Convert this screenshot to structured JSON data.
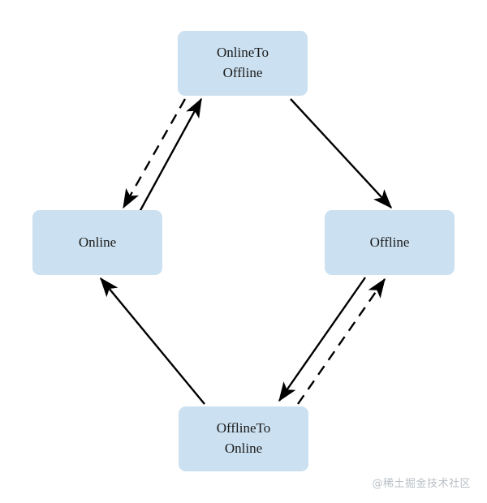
{
  "diagram": {
    "type": "state-machine",
    "background_color": "#ffffff",
    "node_fill_color": "#cbe0f0",
    "edge_color": "#000000",
    "nodes": [
      {
        "id": "online-to-offline",
        "label": "OnlineTo\nOffline"
      },
      {
        "id": "online",
        "label": "Online"
      },
      {
        "id": "offline",
        "label": "Offline"
      },
      {
        "id": "offline-to-online",
        "label": "OfflineTo\nOnline"
      }
    ],
    "edges": [
      {
        "id": "online-to-onlinetooffline",
        "from": "online",
        "to": "online-to-offline",
        "style": "solid"
      },
      {
        "id": "onlinetooffline-to-online",
        "from": "online-to-offline",
        "to": "online",
        "style": "dashed"
      },
      {
        "id": "onlinetooffline-to-offline",
        "from": "online-to-offline",
        "to": "offline",
        "style": "solid"
      },
      {
        "id": "offline-to-offlinetoonline",
        "from": "offline",
        "to": "offline-to-online",
        "style": "solid"
      },
      {
        "id": "offlinetoonline-to-offline",
        "from": "offline-to-online",
        "to": "offline",
        "style": "dashed"
      },
      {
        "id": "offlinetoonline-to-online",
        "from": "offline-to-online",
        "to": "online",
        "style": "solid"
      }
    ]
  },
  "watermark": {
    "text": "@稀土掘金技术社区"
  }
}
